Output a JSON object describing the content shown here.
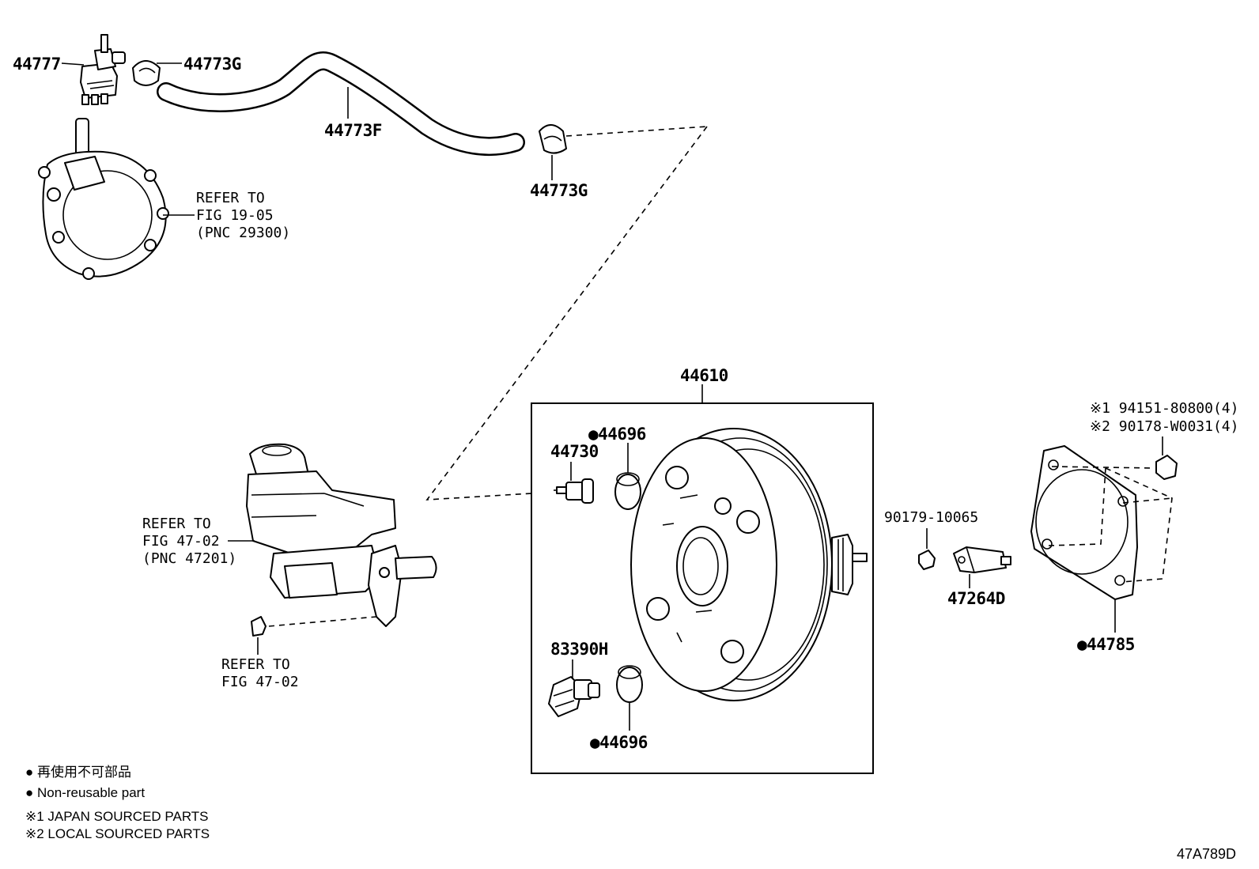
{
  "labels": {
    "p44777": "44777",
    "p44773g_top": "44773G",
    "p44773f": "44773F",
    "p44773g_right": "44773G",
    "refer_pump_1": "REFER TO",
    "refer_pump_2": "FIG 19-05",
    "refer_pump_3": "(PNC 29300)",
    "p44610": "44610",
    "p44696_top": "●44696",
    "p44730": "44730",
    "p83390h": "83390H",
    "p44696_bottom": "●44696",
    "refer_mc_1": "REFER TO",
    "refer_mc_2": "FIG 47-02",
    "refer_mc_3": "(PNC 47201)",
    "refer_cap_1": "REFER TO",
    "refer_cap_2": "FIG 47-02",
    "p90179": "90179-10065",
    "p47264d": "47264D",
    "p44785": "●44785",
    "note1": "※1 94151-80800(4)",
    "note2": "※2 90178-W0031(4)"
  },
  "legend": {
    "jp": "●  再使用不可部品",
    "en": "●  Non-reusable part",
    "src1": "※1 JAPAN SOURCED PARTS",
    "src2": "※2 LOCAL SOURCED PARTS"
  },
  "figure_code": "47A789D",
  "icons": [
    "vacuum-switch-icon",
    "hose-clamp-icon",
    "vacuum-hose-icon",
    "vacuum-pump-icon",
    "brake-booster-icon",
    "master-cylinder-icon",
    "check-valve-icon",
    "grommet-icon",
    "vacuum-sensor-icon",
    "clevis-icon",
    "gasket-icon",
    "nut-icon"
  ]
}
